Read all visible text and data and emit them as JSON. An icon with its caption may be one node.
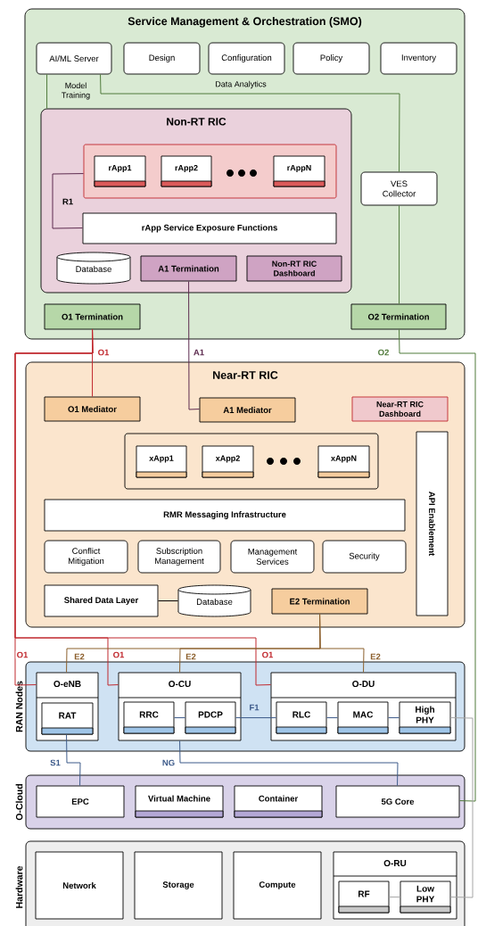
{
  "diagram": {
    "nodes": [
      {
        "text": [
          "Service Management & Orchestration (SMO)"
        ]
      },
      {
        "text": [
          "AI/ML Server"
        ],
        "in": 0
      },
      {
        "text": [
          "Design"
        ],
        "in": 0
      },
      {
        "text": [
          "Configuration"
        ],
        "in": 0
      },
      {
        "text": [
          "Policy"
        ],
        "in": 0
      },
      {
        "text": [
          "Inventory"
        ],
        "in": 0
      },
      {
        "text": [
          "Non-RT RIC"
        ],
        "in": 0
      },
      {
        "text": [],
        "shape": "box",
        "in": 6
      },
      {
        "text": [
          "rApp1"
        ],
        "in": 7
      },
      {
        "text": [
          "rApp2"
        ],
        "in": 7
      },
      {
        "text": [
          "rAppN"
        ],
        "in": 7
      },
      {
        "text": [
          "rApp Service Exposure Functions"
        ],
        "in": 6
      },
      {
        "text": [
          "Database"
        ],
        "in": 6
      },
      {
        "text": [
          "A1 Termination"
        ],
        "in": 6
      },
      {
        "text": [
          "Non-RT RIC Dashboard"
        ],
        "in": 6
      },
      {
        "text": [
          "VES Collector"
        ],
        "in": 0
      },
      {
        "text": [
          "O1 Termination"
        ],
        "in": 0
      },
      {
        "text": [
          "O2 Termination"
        ],
        "in": 0
      },
      {
        "text": [
          "Near-RT RIC"
        ]
      },
      {
        "text": [
          "O1 Mediator"
        ],
        "in": 18
      },
      {
        "text": [
          "A1 Mediator"
        ],
        "in": 18
      },
      {
        "text": [
          "Near-RT RIC Dashboard"
        ],
        "in": 18
      },
      {
        "text": [],
        "shape": "box",
        "in": 18
      },
      {
        "text": [
          "xApp1"
        ],
        "in": 22
      },
      {
        "text": [
          "xApp2"
        ],
        "in": 22
      },
      {
        "text": [
          "xAppN"
        ],
        "in": 22
      },
      {
        "text": [
          "RMR Messaging Infrastructure"
        ],
        "in": 18
      },
      {
        "text": [
          "API Enablement"
        ],
        "in": 18
      },
      {
        "text": [
          "Conflict Mitigation"
        ],
        "in": 18
      },
      {
        "text": [
          "Subscription Management"
        ],
        "in": 18
      },
      {
        "text": [
          "Management Services"
        ],
        "in": 18
      },
      {
        "text": [
          "Security"
        ],
        "in": 18
      },
      {
        "text": [
          "Shared Data Layer"
        ],
        "in": 18
      },
      {
        "text": [
          "Database"
        ],
        "in": 18
      },
      {
        "text": [
          "E2 Termination"
        ],
        "in": 18
      },
      {
        "text": [
          "RAN Nodes"
        ]
      },
      {
        "text": [
          "O-eNB"
        ],
        "in": 35
      },
      {
        "text": [
          "RAT"
        ],
        "in": 36
      },
      {
        "text": [
          "O-CU"
        ],
        "in": 35
      },
      {
        "text": [
          "RRC"
        ],
        "in": 38
      },
      {
        "text": [
          "PDCP"
        ],
        "in": 38
      },
      {
        "text": [
          "O-DU"
        ],
        "in": 35
      },
      {
        "text": [
          "RLC"
        ],
        "in": 41
      },
      {
        "text": [
          "MAC"
        ],
        "in": 41
      },
      {
        "text": [
          "High PHY"
        ],
        "in": 41
      },
      {
        "text": [
          "O-Cloud"
        ]
      },
      {
        "text": [
          "EPC"
        ],
        "in": 45
      },
      {
        "text": [
          "Virtual Machine"
        ],
        "in": 45
      },
      {
        "text": [
          "Container"
        ],
        "in": 45
      },
      {
        "text": [
          "5G Core"
        ],
        "in": 45
      },
      {
        "text": [
          "Hardware"
        ]
      },
      {
        "text": [
          "Network"
        ],
        "in": 50
      },
      {
        "text": [
          "Storage"
        ],
        "in": 50
      },
      {
        "text": [
          "Compute"
        ],
        "in": 50
      },
      {
        "text": [
          "O-RU"
        ],
        "in": 50
      },
      {
        "text": [
          "RF"
        ],
        "in": 54
      },
      {
        "text": [
          "Low PHY"
        ],
        "in": 54
      }
    ],
    "edges": [
      {
        "from": 1,
        "to": 6,
        "arrow": "none",
        "label": "Model Training",
        "color": "#4f7a3a"
      },
      {
        "from": 1,
        "to": 15,
        "arrow": "none",
        "label": "Data Analytics",
        "color": "#4f7a3a"
      },
      {
        "from": 15,
        "to": 17,
        "arrow": "none",
        "color": "#4f7a3a"
      },
      {
        "from": 13,
        "to": 20,
        "arrow": "none",
        "label": "A1",
        "color": "#5c2a4e"
      },
      {
        "from": 16,
        "to": 19,
        "arrow": "none",
        "label": "O1",
        "color": "#c0272d"
      },
      {
        "from": 16,
        "to": 36,
        "arrow": "none",
        "label": "O1",
        "color": "#c0272d"
      },
      {
        "from": 16,
        "to": 38,
        "arrow": "none",
        "label": "O1",
        "color": "#c0272d"
      },
      {
        "from": 16,
        "to": 41,
        "arrow": "none",
        "label": "O1",
        "color": "#c0272d"
      },
      {
        "from": 17,
        "to": 49,
        "arrow": "none",
        "label": "O2",
        "color": "#4f7a3a"
      },
      {
        "from": 7,
        "to": 11,
        "arrow": "none",
        "label": "R1",
        "color": "#5c2a4e"
      },
      {
        "from": 32,
        "to": 33,
        "arrow": "none",
        "color": "#000000"
      },
      {
        "from": 34,
        "to": 36,
        "arrow": "none",
        "label": "E2",
        "color": "#8b5e2b"
      },
      {
        "from": 34,
        "to": 38,
        "arrow": "none",
        "label": "E2",
        "color": "#8b5e2b"
      },
      {
        "from": 34,
        "to": 41,
        "arrow": "none",
        "label": "E2",
        "color": "#8b5e2b"
      },
      {
        "from": 39,
        "to": 40,
        "arrow": "none",
        "color": "#3c5a8a"
      },
      {
        "from": 40,
        "to": 42,
        "arrow": "none",
        "label": "F1",
        "color": "#3c5a8a"
      },
      {
        "from": 42,
        "to": 43,
        "arrow": "none",
        "color": "#3c5a8a"
      },
      {
        "from": 43,
        "to": 44,
        "arrow": "none",
        "color": "#3c5a8a"
      },
      {
        "from": 44,
        "to": 56,
        "arrow": "none",
        "color": "#a6a6a6"
      },
      {
        "from": 37,
        "to": 46,
        "arrow": "none",
        "label": "S1",
        "color": "#3c5a8a"
      },
      {
        "from": 38,
        "to": 49,
        "arrow": "none",
        "label": "NG",
        "color": "#3c5a8a"
      },
      {
        "from": 55,
        "to": 56,
        "arrow": "none",
        "color": "#a6a6a6"
      }
    ]
  }
}
